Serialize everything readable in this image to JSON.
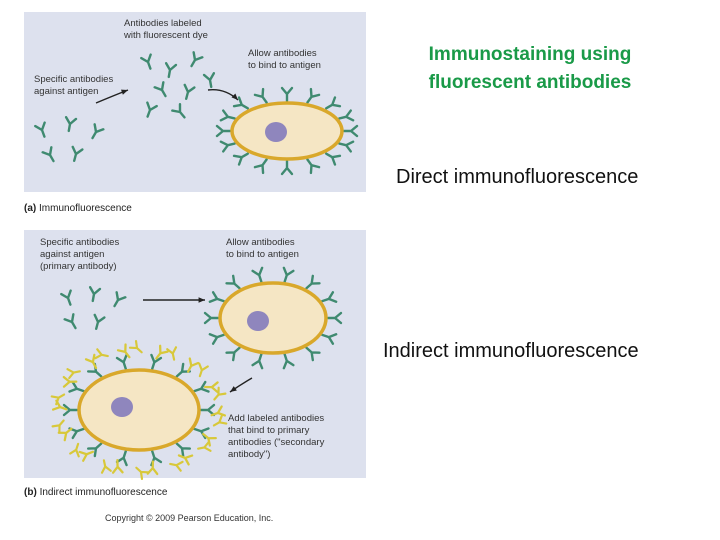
{
  "slide_title": "Immunostaining using\nfluorescent antibodies",
  "direct_label": "Direct immunofluorescence",
  "indirect_label": "Indirect immunofluorescence",
  "panel_a": {
    "caption_letter": "(a)",
    "caption_text": "Immunofluorescence",
    "label_labeled_antibodies": "Antibodies labeled\nwith fluorescent dye",
    "label_specific_antibodies": "Specific antibodies\nagainst antigen",
    "label_allow_bind": "Allow antibodies\nto bind to antigen"
  },
  "panel_b": {
    "caption_letter": "(b)",
    "caption_text": "Indirect immunofluorescence",
    "label_primary": "Specific antibodies\nagainst antigen\n(primary antibody)",
    "label_allow_bind": "Allow antibodies\nto bind to antigen",
    "label_secondary": "Add labeled antibodies\nthat bind to primary\nantibodies (\"secondary\nantibody\")"
  },
  "copyright": "Copyright © 2009 Pearson Education, Inc.",
  "colors": {
    "title_green": "#1a9a48",
    "panel_bg": "#dde1ee",
    "cell_fill": "#f5e6c4",
    "cell_border": "#d9a82b",
    "nucleus": "#8f86bd",
    "antibody_green": "#3f8a70",
    "antibody_yellow": "#d8c83a"
  }
}
